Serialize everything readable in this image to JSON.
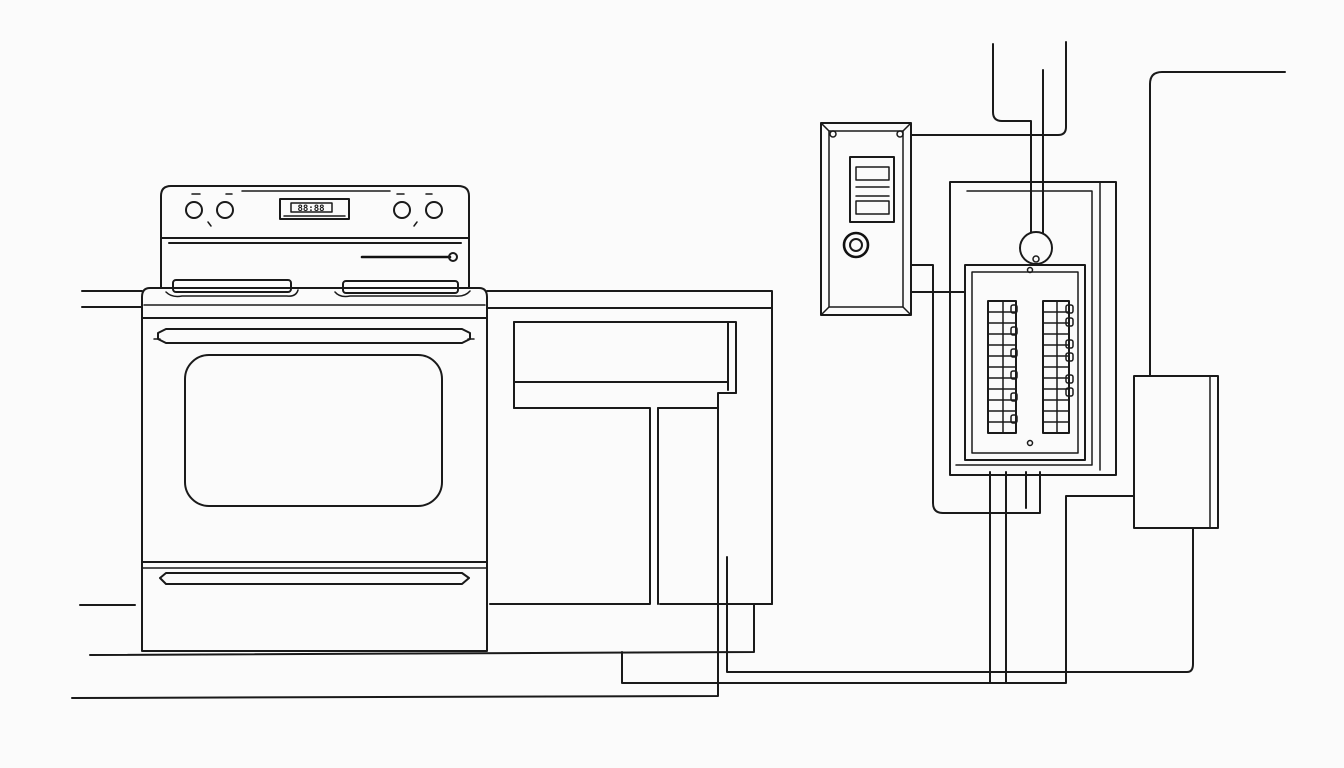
{
  "diagram": {
    "stroke_color": "#1a1a1a",
    "background_color": "#fbfbfb",
    "components": [
      {
        "id": "electric-range",
        "icon": "stove-icon"
      },
      {
        "id": "kitchen-counter",
        "icon": "counter-icon"
      },
      {
        "id": "wall-control-box",
        "icon": "control-box-icon"
      },
      {
        "id": "breaker-panel",
        "icon": "breaker-panel-icon"
      },
      {
        "id": "junction-box",
        "icon": "junction-box-icon"
      }
    ],
    "range_display": "88:88"
  }
}
